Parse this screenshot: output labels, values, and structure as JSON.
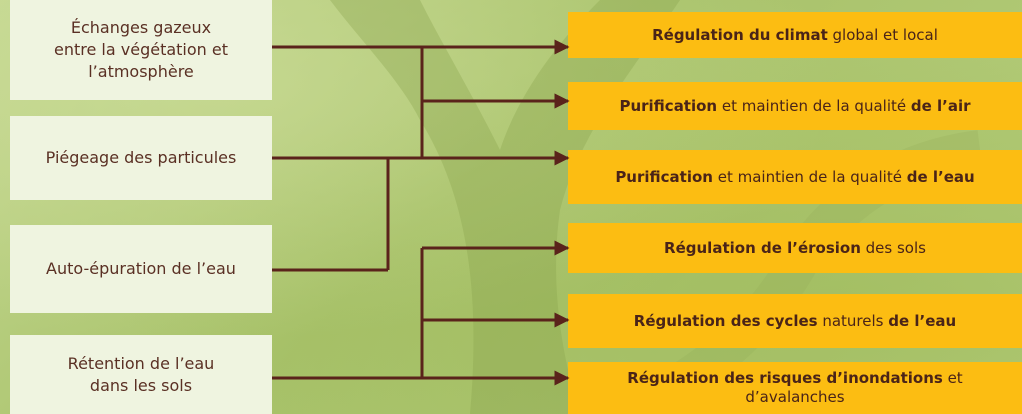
{
  "sources": [
    {
      "id": "s1",
      "text": "Échanges gazeux\nentre la végétation et\nl’atmosphère"
    },
    {
      "id": "s2",
      "text": "Piégeage des particules"
    },
    {
      "id": "s3",
      "text": "Auto-épuration de l’eau"
    },
    {
      "id": "s4",
      "text": "Rétention de l’eau\ndans les sols"
    }
  ],
  "targets": [
    {
      "id": "t1",
      "parts": [
        {
          "b": true,
          "t": "Régulation du climat"
        },
        {
          "b": false,
          "t": " global et local"
        }
      ]
    },
    {
      "id": "t2",
      "parts": [
        {
          "b": true,
          "t": "Purification"
        },
        {
          "b": false,
          "t": " et maintien de la qualité "
        },
        {
          "b": true,
          "t": "de l’air"
        }
      ]
    },
    {
      "id": "t3",
      "parts": [
        {
          "b": true,
          "t": "Purification"
        },
        {
          "b": false,
          "t": " et maintien de la qualité "
        },
        {
          "b": true,
          "t": "de l’eau"
        }
      ]
    },
    {
      "id": "t4",
      "parts": [
        {
          "b": true,
          "t": "Régulation de l’érosion"
        },
        {
          "b": false,
          "t": " des sols"
        }
      ]
    },
    {
      "id": "t5",
      "parts": [
        {
          "b": true,
          "t": "Régulation des cycles"
        },
        {
          "b": false,
          "t": " naturels "
        },
        {
          "b": true,
          "t": "de l’eau"
        }
      ]
    },
    {
      "id": "t6",
      "parts": [
        {
          "b": true,
          "t": "Régulation des risques d’inondations"
        },
        {
          "b": false,
          "t": " et\nd’avalanches"
        }
      ]
    }
  ],
  "links": [
    [
      "s1",
      "t1"
    ],
    [
      "s1",
      "t2"
    ],
    [
      "s2",
      "t2"
    ],
    [
      "s3",
      "t3"
    ],
    [
      "s4",
      "t4"
    ],
    [
      "s4",
      "t5"
    ],
    [
      "s4",
      "t6"
    ]
  ],
  "colors": {
    "connector": "#5a231b",
    "source_box": "#eff4e0",
    "target_box": "#fcbd12"
  }
}
